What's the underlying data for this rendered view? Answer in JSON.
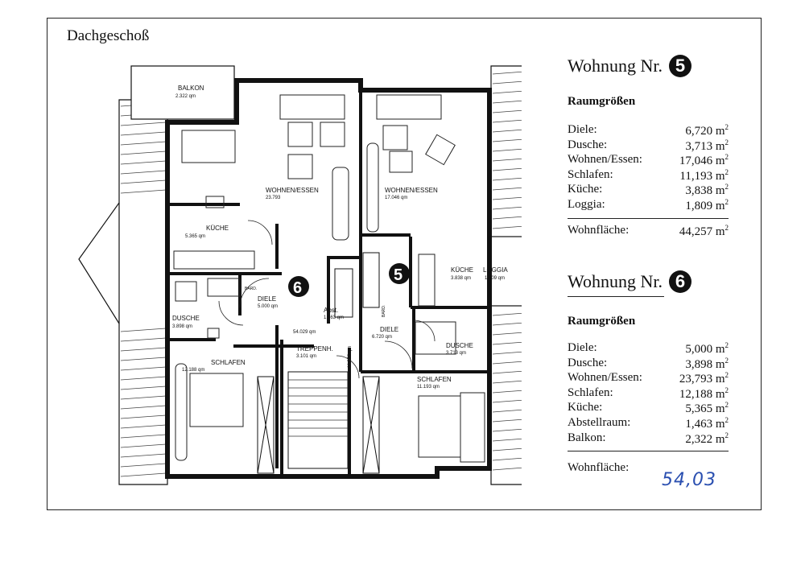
{
  "page": {
    "title": "Dachgeschoß"
  },
  "apartments": [
    {
      "heading": "Wohnung Nr.",
      "number": "5",
      "subtitle": "Raumgrößen",
      "rooms": [
        {
          "name": "Diele:",
          "area": "6,720 m"
        },
        {
          "name": "Dusche:",
          "area": "3,713 m"
        },
        {
          "name": "Wohnen/Essen:",
          "area": "17,046 m"
        },
        {
          "name": "Schlafen:",
          "area": "11,193 m"
        },
        {
          "name": "Küche:",
          "area": "3,838 m"
        },
        {
          "name": "Loggia:",
          "area": "1,809 m"
        }
      ],
      "total_label": "Wohnfläche:",
      "total_value": "44,257 m"
    },
    {
      "heading": "Wohnung Nr.",
      "number": "6",
      "subtitle": "Raumgrößen",
      "rooms": [
        {
          "name": "Diele:",
          "area": "5,000 m"
        },
        {
          "name": "Dusche:",
          "area": "3,898 m"
        },
        {
          "name": "Wohnen/Essen:",
          "area": "23,793 m"
        },
        {
          "name": "Schlafen:",
          "area": "12,188 m"
        },
        {
          "name": "Küche:",
          "area": "5,365 m"
        },
        {
          "name": "Abstellraum:",
          "area": "1,463 m"
        },
        {
          "name": "Balkon:",
          "area": "2,322 m"
        }
      ],
      "total_label": "Wohnfläche:",
      "total_value": ""
    }
  ],
  "handwritten_total": "54,03",
  "plan_labels": {
    "balkon": "BALKON",
    "balkon_area": "2.322 qm",
    "wohnen6": "WOHNEN/ESSEN",
    "wohnen6_area": "23.793",
    "wohnen5": "WOHNEN/ESSEN",
    "wohnen5_area": "17.046 qm",
    "kueche6": "KÜCHE",
    "kueche6_area": "5.365 qm",
    "kueche5": "KÜCHE",
    "kueche5_area": "3.838 qm",
    "loggia": "LOGGIA",
    "loggia_area": "1.809 qm",
    "diele6": "DIELE",
    "diele6_area": "5.000 qm",
    "diele5": "DIELE",
    "diele5_area": "6.720 qm",
    "dusche6": "DUSCHE",
    "dusche6_area": "3.898 qm",
    "dusche5": "DUSCHE",
    "dusche5_area": "3.713 qm",
    "abst": "Abst.",
    "abst_area": "1.463 qm",
    "total_area_label": "54.029 qm",
    "schlafen6": "SCHLAFEN",
    "schlafen6_area": "12.188 qm",
    "schlafen5": "SCHLAFEN",
    "schlafen5_area": "11.193 qm",
    "treppenh": "TREPPENH.",
    "treppenh_area": "3.101 qm",
    "vertical_area": "44.258 qm",
    "bard": "BARD.",
    "badge6": "6",
    "badge5": "5"
  }
}
